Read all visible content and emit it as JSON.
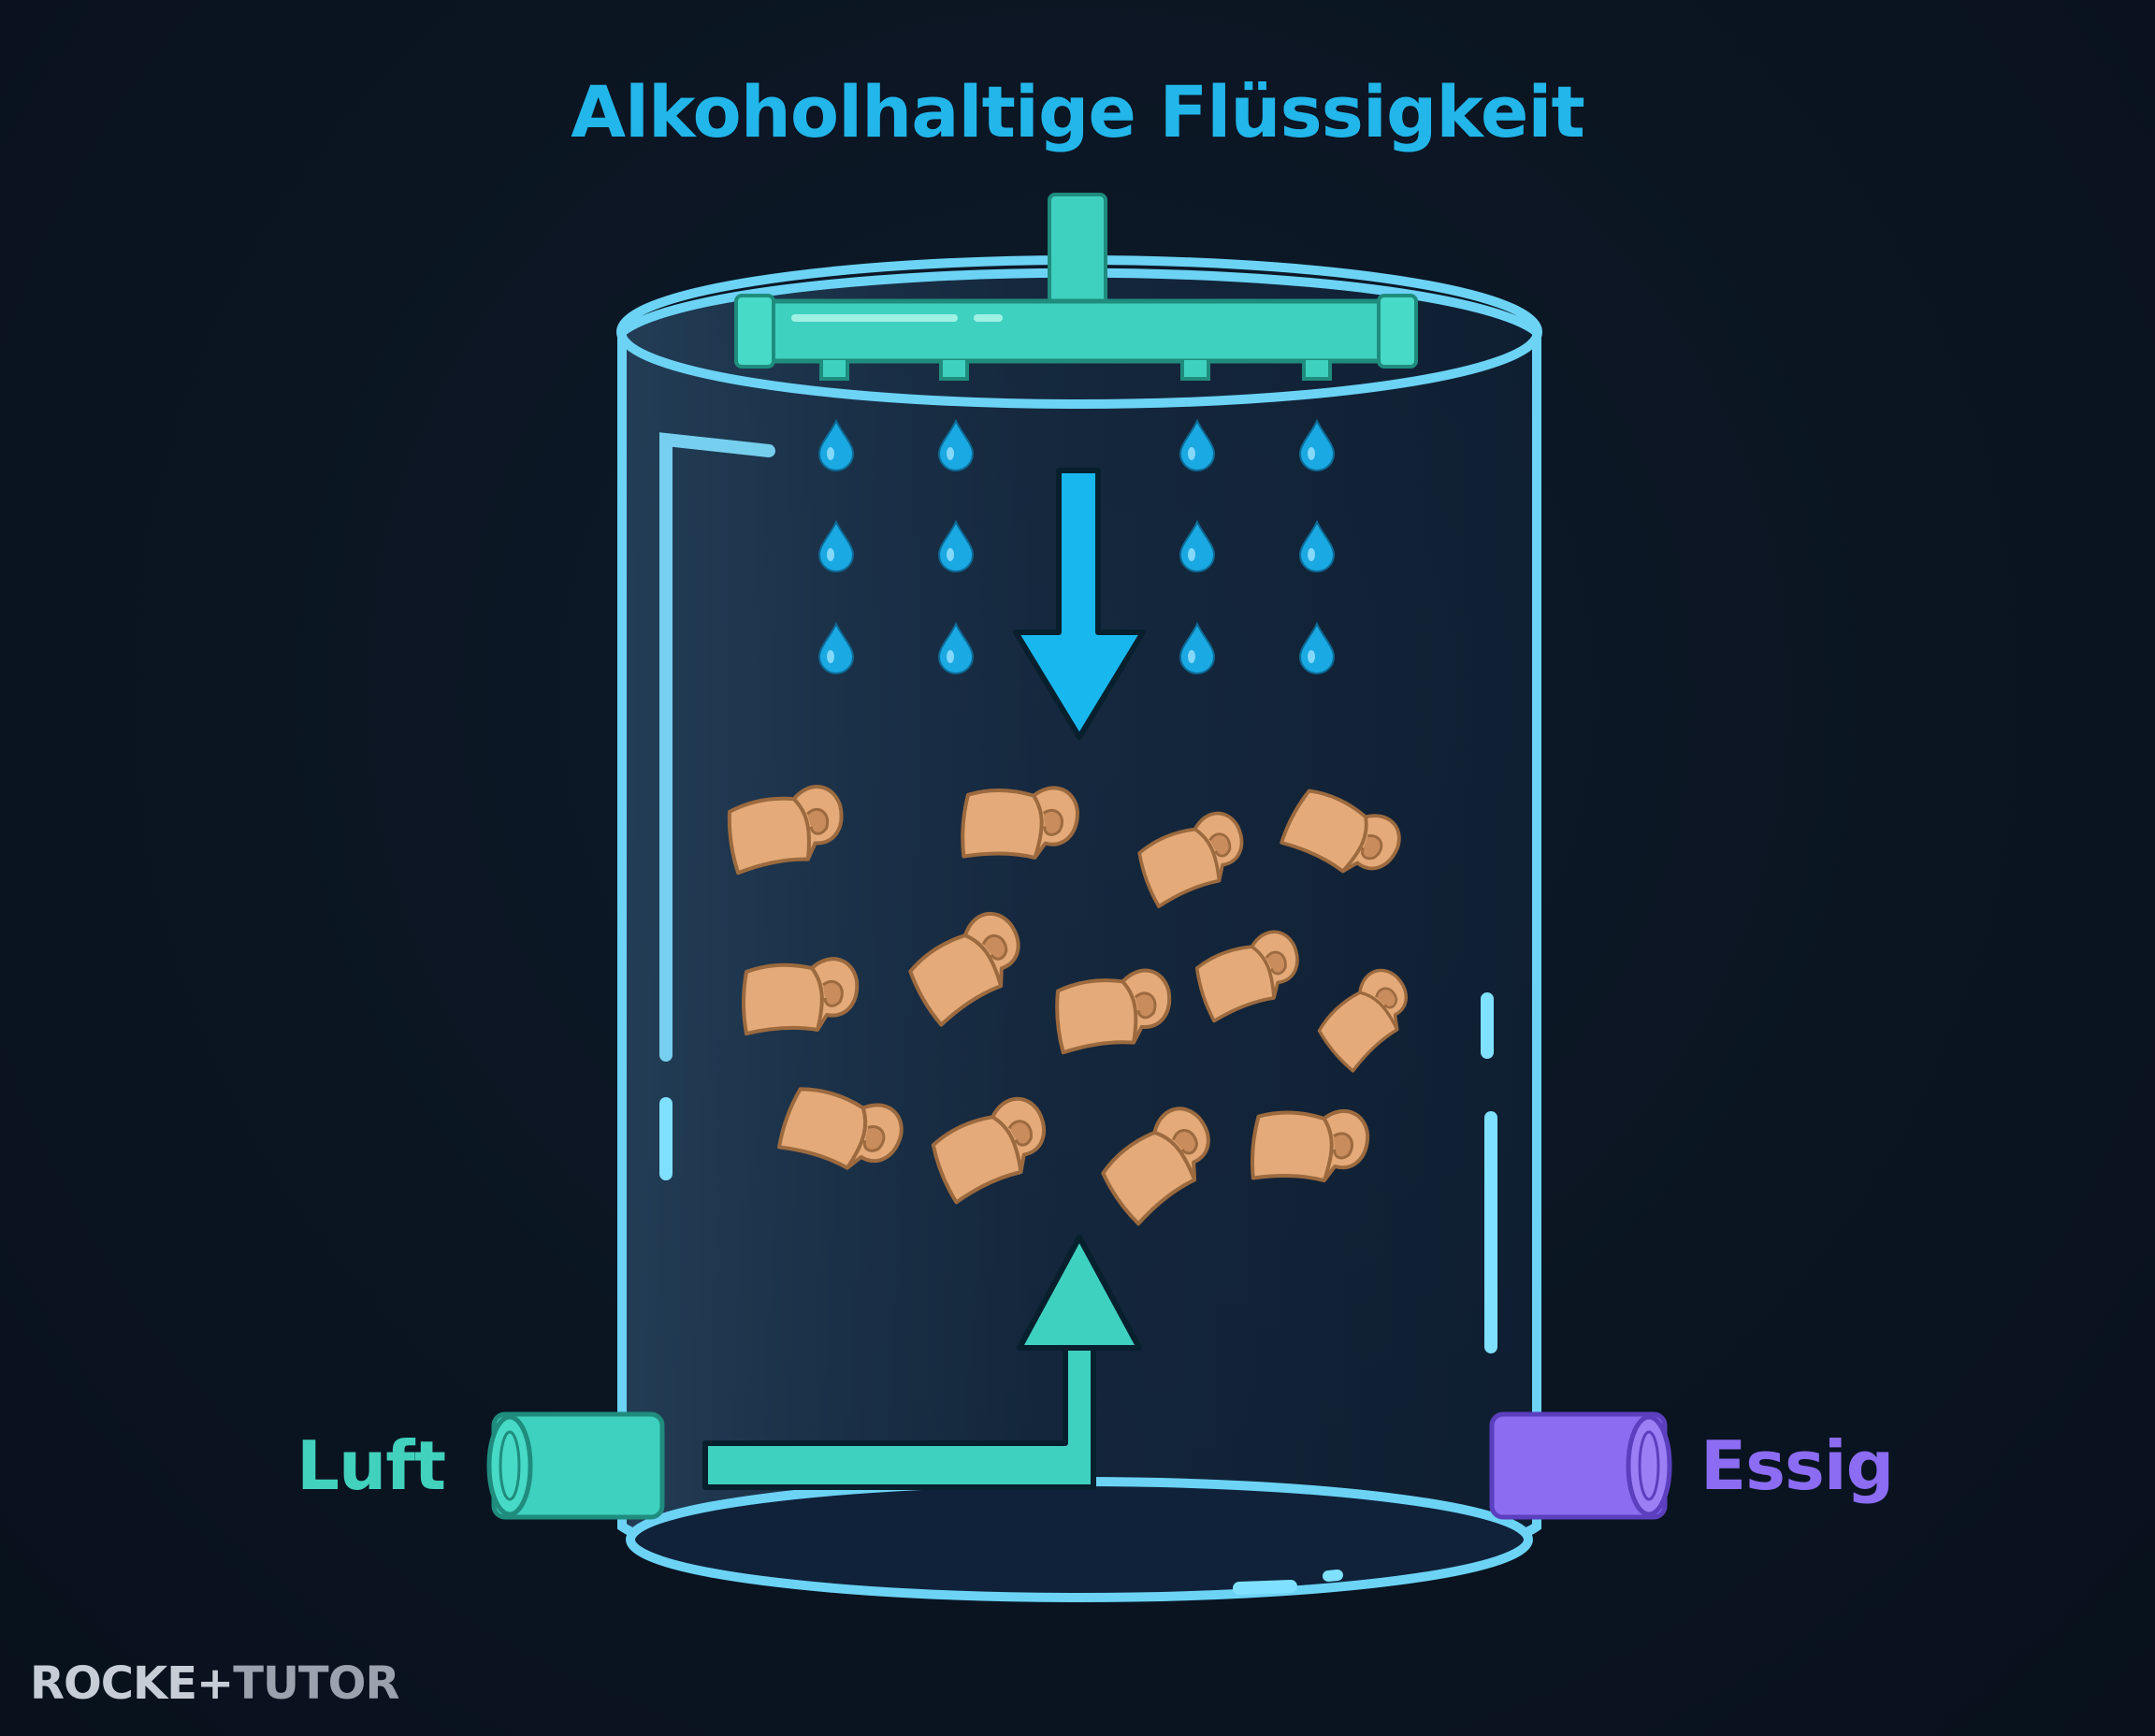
{
  "title": "Alkoholhaltige Flüssigkeit",
  "inlet_label": "Luft",
  "outlet_label": "Essig",
  "brand": {
    "part1": "ROCKE+",
    "part2": "TUTOR"
  },
  "colors": {
    "background": "#0b1522",
    "liquid": "#22b6ea",
    "air": "#41d1bd",
    "vinegar": "#8b6cf2",
    "vessel": "#6cd3f5",
    "wood_shavings": "#e4aa79"
  },
  "icons": [
    "droplet-icon",
    "down-arrow-icon",
    "up-arrow-icon",
    "wood-shaving-icon",
    "pipe-icon"
  ]
}
